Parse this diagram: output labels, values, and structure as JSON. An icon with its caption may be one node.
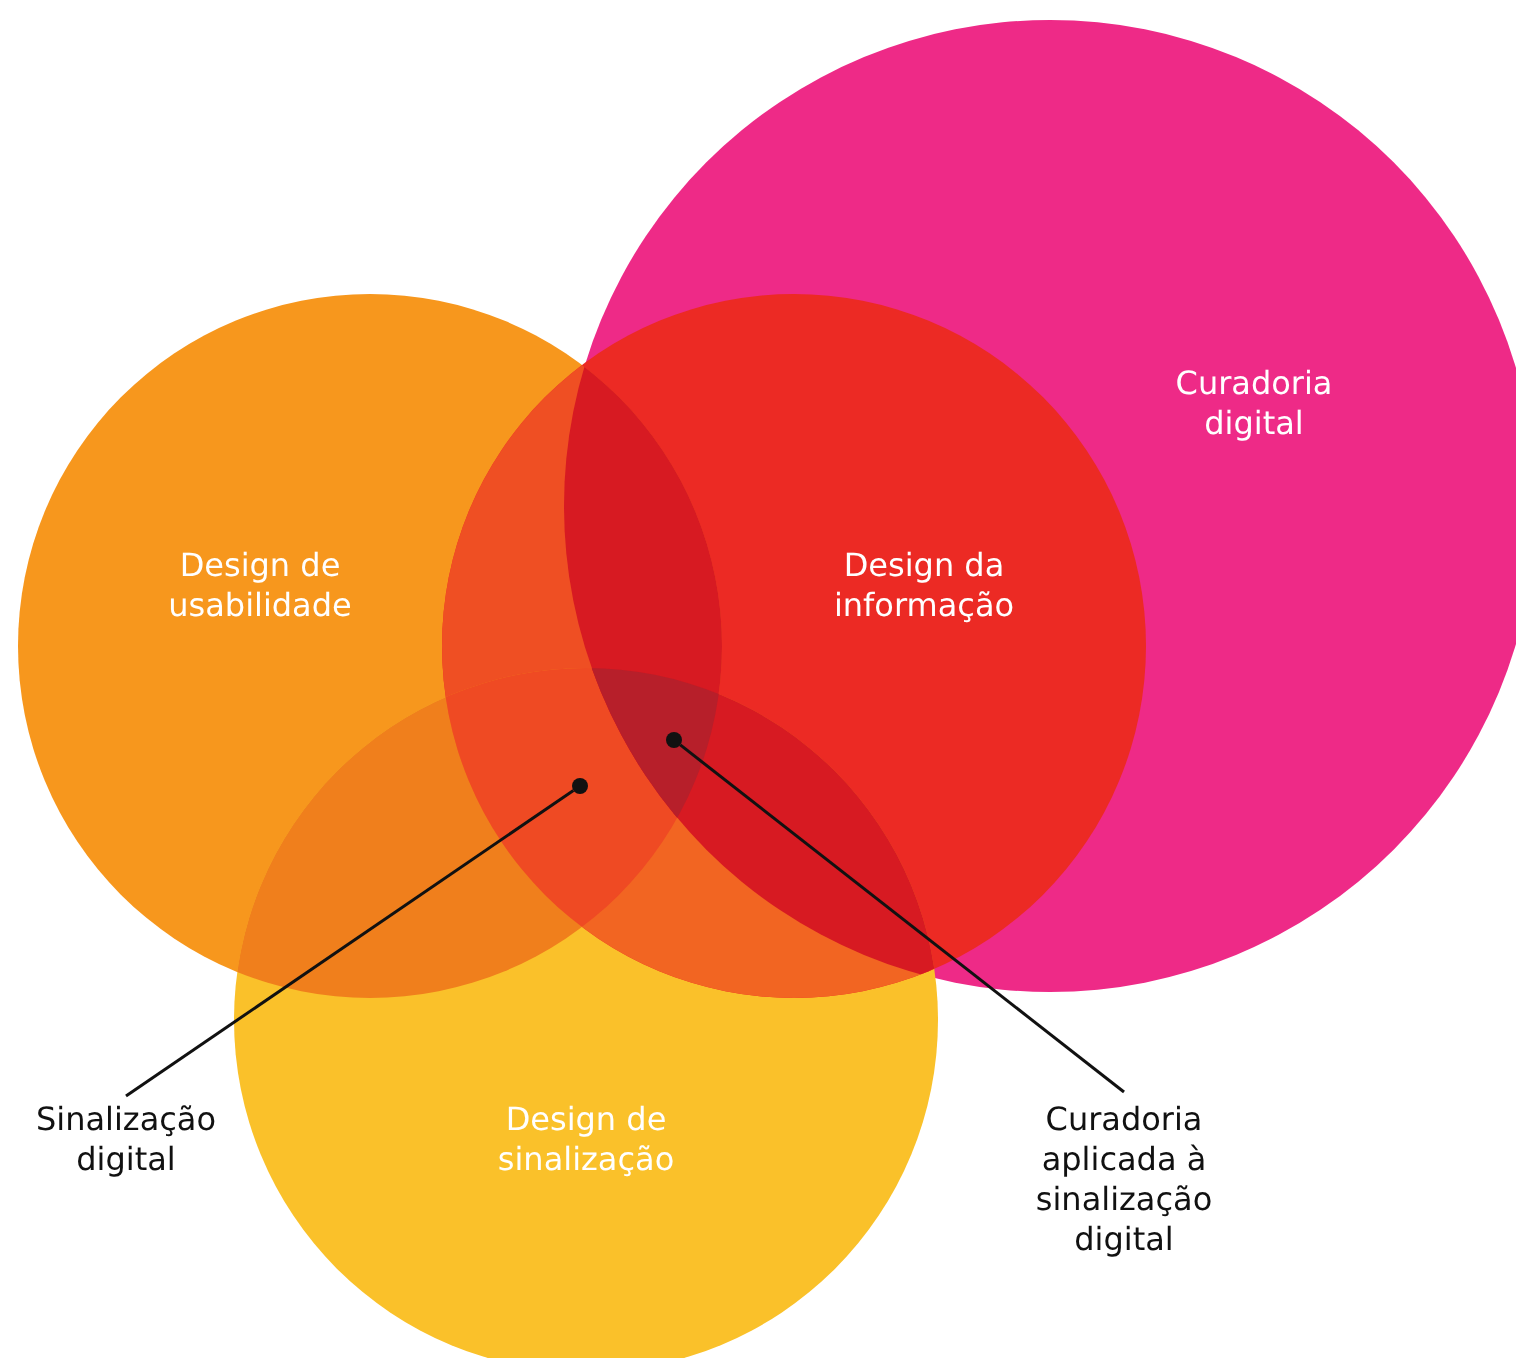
{
  "diagram": {
    "nodes": [
      {
        "text": [
          "Curadoria digital"
        ]
      },
      {
        "text": [
          "Design de usabilidade"
        ]
      },
      {
        "text": [
          "Design da informação"
        ]
      },
      {
        "text": [
          "Design de sinalização"
        ]
      },
      {
        "text": [
          "Sinalização digital"
        ]
      },
      {
        "text": [
          "Curadoria aplicada à sinalização digital"
        ]
      },
      {
        "text": [],
        "shape": "dot"
      },
      {
        "text": [],
        "shape": "dot"
      }
    ],
    "edges": [
      {
        "from": 4,
        "to": 6,
        "arrow": "none"
      },
      {
        "from": 5,
        "to": 7,
        "arrow": "none"
      }
    ]
  }
}
